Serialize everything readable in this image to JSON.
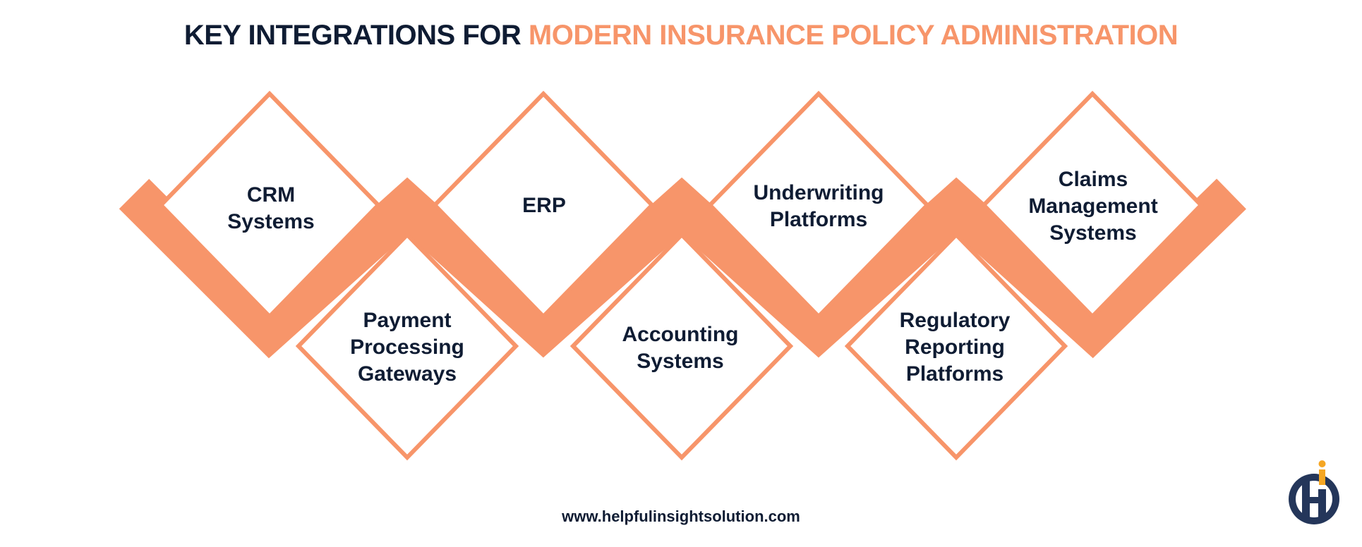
{
  "title": {
    "part1": "KEY INTEGRATIONS FOR ",
    "part2": "MODERN INSURANCE POLICY ADMINISTRATION"
  },
  "integrations": [
    {
      "label": "CRM Systems"
    },
    {
      "label": "Payment Processing Gateways"
    },
    {
      "label": "ERP"
    },
    {
      "label": "Accounting Systems"
    },
    {
      "label": "Underwriting Platforms"
    },
    {
      "label": "Regulatory Reporting Platforms"
    },
    {
      "label": "Claims Management Systems"
    }
  ],
  "footer": {
    "url": "www.helpfulinsightsolution.com"
  },
  "logo": {
    "icon": "hi-logo-icon"
  },
  "colors": {
    "accent": "#f7956a",
    "dark": "#0f1c33",
    "logo_navy": "#24365a",
    "logo_orange": "#f5a623"
  }
}
